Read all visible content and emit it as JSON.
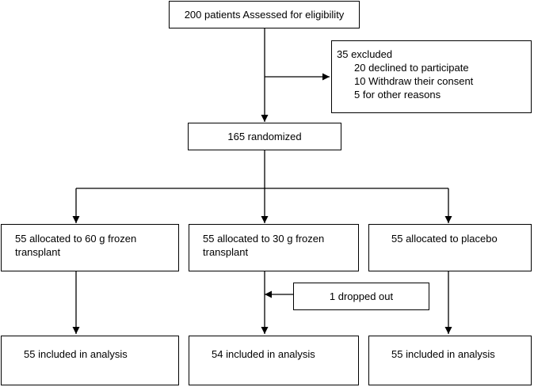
{
  "diagram": {
    "assessed": "200 patients Assessed for eligibility",
    "excluded": {
      "title": "35 excluded",
      "reasons": [
        "20 declined to participate",
        "10 Withdraw their consent",
        "5 for other reasons"
      ]
    },
    "randomized": "165 randomized",
    "arms": [
      {
        "allocated": "55 allocated to 60 g frozen transplant",
        "analysis": "55 included in analysis"
      },
      {
        "allocated": "55 allocated to 30 g frozen transplant",
        "dropout": "1 dropped out",
        "analysis": "54 included in analysis"
      },
      {
        "allocated": "55 allocated to placebo",
        "analysis": "55 included in analysis"
      }
    ]
  }
}
